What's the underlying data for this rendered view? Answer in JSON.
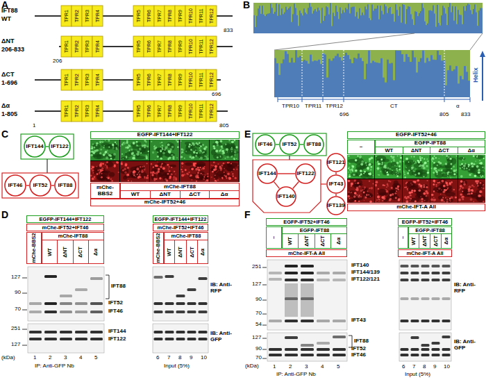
{
  "diagram": {
    "nodes": [
      {
        "text": [
          "IFT144"
        ]
      },
      {
        "text": [
          "IFT122"
        ]
      },
      {
        "text": [
          "IFT46"
        ]
      },
      {
        "text": [
          "IFT52"
        ]
      },
      {
        "text": [
          "IFT88"
        ]
      },
      {
        "text": [
          "EGFP-IFT144+IFT122"
        ]
      },
      {
        "text": [
          "mChe-BBS2"
        ]
      },
      {
        "text": [
          "mChe-IFT88",
          "WT",
          "ΔNT",
          "ΔCT",
          "Δα"
        ]
      },
      {
        "text": [
          "mChe-IFT52+46"
        ]
      },
      {
        "text": [
          "EGFP-IFT144+IFT122"
        ]
      },
      {
        "text": [
          "mChe-IFT52+IFT46"
        ]
      },
      {
        "text": [
          "mChe-BBS2"
        ]
      },
      {
        "text": [
          "mChe-IFT88",
          "WT",
          "ΔNT",
          "ΔCT",
          "Δα"
        ]
      },
      {
        "text": [
          "EGFP-IFT144+IFT122"
        ]
      },
      {
        "text": [
          "mChe-IFT52+IFT46"
        ]
      },
      {
        "text": [
          "mChe-BBS2"
        ]
      },
      {
        "text": [
          "mChe-IFT88",
          "WT",
          "ΔNT",
          "ΔCT",
          "Δα"
        ]
      },
      {
        "text": [
          "IFT46"
        ]
      },
      {
        "text": [
          "IFT52"
        ]
      },
      {
        "text": [
          "IFT88"
        ]
      },
      {
        "text": [
          "IFT144"
        ]
      },
      {
        "text": [
          "IFT122"
        ]
      },
      {
        "text": [
          "IFT140"
        ]
      },
      {
        "text": [
          "IFT121"
        ]
      },
      {
        "text": [
          "IFT43"
        ]
      },
      {
        "text": [
          "IFT139"
        ]
      },
      {
        "text": [
          "EGFP-IFT52+46"
        ]
      },
      {
        "text": [
          "–"
        ]
      },
      {
        "text": [
          "EGFP-IFT88",
          "WT",
          "ΔNT",
          "ΔCT",
          "Δα"
        ]
      },
      {
        "text": [
          "mChe-IFT-A All"
        ]
      },
      {
        "text": [
          "EGFP-IFT52+IFT46"
        ]
      },
      {
        "text": [
          "–"
        ]
      },
      {
        "text": [
          "EGFP-IFT88",
          "WT",
          "ΔNT",
          "ΔCT",
          "Δα"
        ]
      },
      {
        "text": [
          "mChe-IFT-A All"
        ]
      },
      {
        "text": [
          "EGFP-IFT52+IFT46"
        ]
      },
      {
        "text": [
          "–"
        ]
      },
      {
        "text": [
          "EGFP-IFT88",
          "WT",
          "ΔNT",
          "ΔCT",
          "Δα"
        ]
      },
      {
        "text": [
          "mChe-IFT-A All"
        ]
      }
    ],
    "edges": [
      {
        "from": 0,
        "to": 1,
        "arrow": "none"
      },
      {
        "from": 2,
        "to": 3,
        "arrow": "none"
      },
      {
        "from": 3,
        "to": 4,
        "arrow": "none"
      },
      {
        "from": 17,
        "to": 18,
        "arrow": "none"
      },
      {
        "from": 18,
        "to": 19,
        "arrow": "none"
      },
      {
        "from": 20,
        "to": 21,
        "arrow": "none"
      },
      {
        "from": 20,
        "to": 22,
        "arrow": "none"
      },
      {
        "from": 21,
        "to": 22,
        "arrow": "none"
      },
      {
        "from": 23,
        "to": 24,
        "arrow": "none"
      },
      {
        "from": 24,
        "to": 25,
        "arrow": "none"
      }
    ],
    "labels": [
      "A",
      "IFT88",
      "WT",
      "833",
      "ΔNT",
      "206-833",
      "206",
      "ΔCT",
      "1-696",
      "696",
      "Δα",
      "1-805",
      "1",
      "805",
      "TPR1",
      "TPR2",
      "TPR3",
      "TPR4",
      "TPR5",
      "TPR6",
      "TPR7",
      "TPR8",
      "TPR9",
      "TPR10",
      "TPR11",
      "TPR12",
      "TPR1",
      "TPR2",
      "TPR3",
      "TPR4",
      "TPR5",
      "TPR6",
      "TPR7",
      "TPR8",
      "TPR9",
      "TPR10",
      "TPR11",
      "TPR12",
      "TPR1",
      "TPR2",
      "TPR3",
      "TPR4",
      "TPR5",
      "TPR6",
      "TPR7",
      "TPR8",
      "TPR9",
      "TPR10",
      "TPR11",
      "TPR12",
      "TPR1",
      "TPR2",
      "TPR3",
      "TPR4",
      "TPR5",
      "TPR6",
      "TPR7",
      "TPR8",
      "TPR9",
      "TPR10",
      "TPR11",
      "TPR12",
      "B",
      "TPR10",
      "TPR11",
      "TPR12",
      "CT",
      "α",
      "696",
      "805",
      "833",
      "Helix",
      "C",
      "D",
      "127",
      "90",
      "70",
      "251",
      "127",
      "IFT88",
      "IFT52",
      "IFT46",
      "IFT144",
      "IFT122",
      "1",
      "2",
      "3",
      "4",
      "5",
      "6",
      "7",
      "8",
      "9",
      "10",
      "(kDa)",
      "IP: Anti-GFP Nb",
      "Input (5%)",
      "IB: Anti-RFP",
      "IB: Anti-GFP",
      "E",
      "F",
      "251",
      "127",
      "90",
      "70",
      "54",
      "127",
      "90",
      "70",
      "IFT140",
      "IFT144/139",
      "IFT122/121",
      "IFT43",
      "IFT88",
      "IFT52",
      "IFT46",
      "1",
      "2",
      "3",
      "4",
      "5",
      "6",
      "7",
      "8",
      "9",
      "10",
      "(kDa)",
      "IP: Anti-GFP Nb",
      "Input (5%)",
      "IB: Anti-RFP",
      "IB: Anti-GFP"
    ]
  }
}
